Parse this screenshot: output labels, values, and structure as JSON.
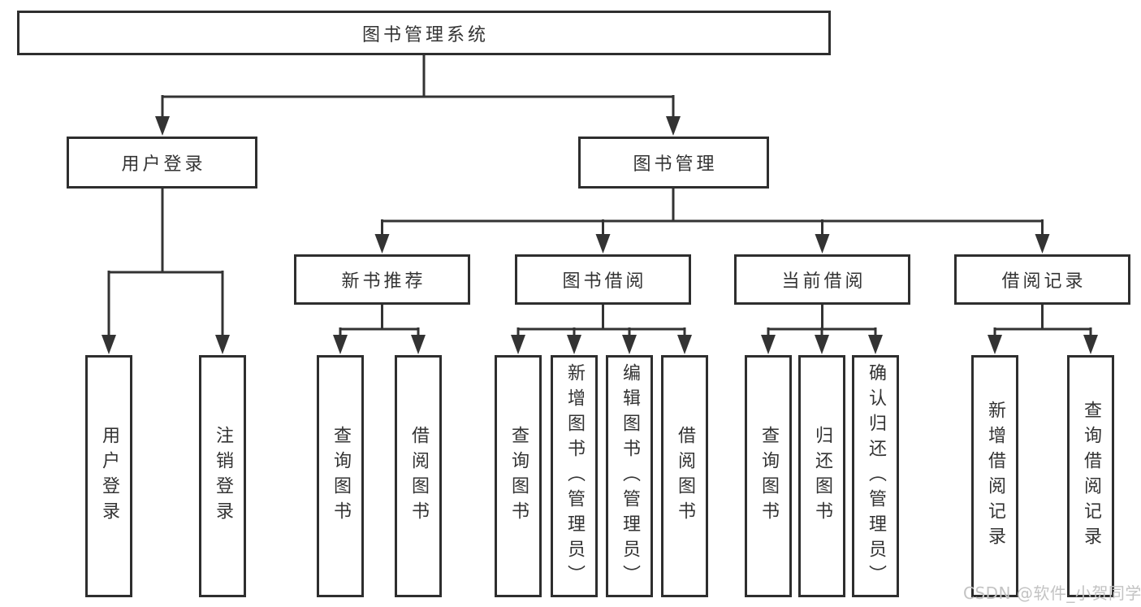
{
  "diagram": {
    "root": {
      "label": "图书管理系统",
      "children": [
        {
          "label": "用户登录",
          "children": [
            {
              "label": "用户登录"
            },
            {
              "label": "注销登录"
            }
          ]
        },
        {
          "label": "图书管理",
          "children": [
            {
              "label": "新书推荐",
              "children": [
                {
                  "label": "查询图书"
                },
                {
                  "label": "借阅图书"
                }
              ]
            },
            {
              "label": "图书借阅",
              "children": [
                {
                  "label": "查询图书"
                },
                {
                  "label": "新增图书（管理员）"
                },
                {
                  "label": "编辑图书（管理员）"
                },
                {
                  "label": "借阅图书"
                }
              ]
            },
            {
              "label": "当前借阅",
              "children": [
                {
                  "label": "查询图书"
                },
                {
                  "label": "归还图书"
                },
                {
                  "label": "确认归还（管理员）"
                }
              ]
            },
            {
              "label": "借阅记录",
              "children": [
                {
                  "label": "新增借阅记录"
                },
                {
                  "label": "查询借阅记录"
                }
              ]
            }
          ]
        }
      ]
    },
    "watermark": "CSDN @软件_小贺同学",
    "colors": {
      "line": "#333333",
      "box_border": "#2e2e2e",
      "text": "#333333",
      "background": "#ffffff",
      "watermark": "#c3c3c3"
    }
  }
}
